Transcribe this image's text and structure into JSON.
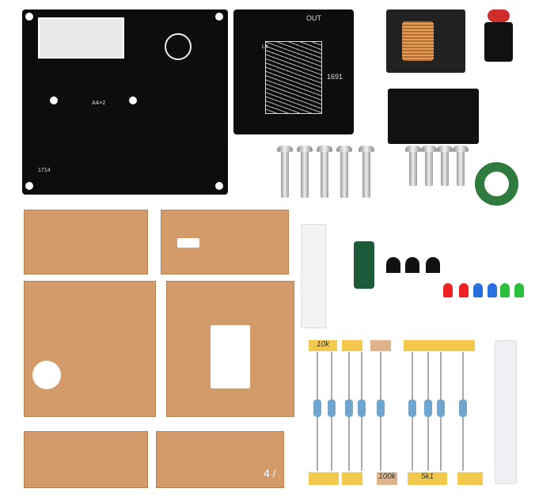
{
  "main_pcb": {
    "board_id": "1714",
    "battery_label": "AA×2"
  },
  "transformer_pcb": {
    "out_label": "OUT",
    "board_id": "1691",
    "coil_label": "L4"
  },
  "tags": [
    "10k",
    "100k",
    "5k1"
  ],
  "overlay": {
    "page_indicator": "4 /"
  },
  "colors": {
    "pcb": "#0d0d0d",
    "acrylic": "#d39a6a",
    "tag": "#f2c94c"
  }
}
